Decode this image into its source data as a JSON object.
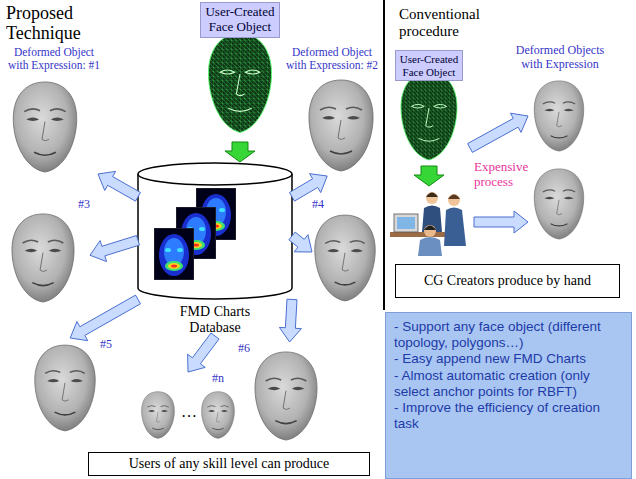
{
  "diagram": {
    "nodes": [
      {
        "text": [
          "User-Created Face Object"
        ]
      },
      {
        "text": [
          "Deformed Object with Expression: #1"
        ]
      },
      {
        "text": [
          "Deformed Object with Expression: #2"
        ]
      },
      {
        "text": [
          "FMD Charts Database"
        ]
      },
      {
        "text": [
          "#3"
        ]
      },
      {
        "text": [
          "#4"
        ]
      },
      {
        "text": [
          "#5"
        ]
      },
      {
        "text": [
          "#6"
        ]
      },
      {
        "text": [
          "#n"
        ]
      },
      {
        "text": [
          "Users of any skill level can produce"
        ]
      },
      {
        "text": [
          "Conventional procedure"
        ]
      },
      {
        "text": [
          "User-Created Face Object"
        ],
        "in": 10
      },
      {
        "text": [
          "Deformed Objects with Expression"
        ],
        "in": 10
      },
      {
        "text": [
          "CG Creators produce by hand"
        ],
        "in": 10
      },
      {
        "text": [
          "- Support any face object (different topology, polygons…)",
          "- Easy append new FMD Charts",
          "- Almost automatic creation (only select anchor points for RBFT)",
          "- Improve the efficiency of creation task"
        ]
      }
    ],
    "edges": [
      {
        "from": 0,
        "to": 3,
        "arrow": "to"
      },
      {
        "from": 3,
        "to": 1,
        "arrow": "to"
      },
      {
        "from": 3,
        "to": 2,
        "arrow": "to"
      },
      {
        "from": 3,
        "to": 4,
        "arrow": "to"
      },
      {
        "from": 3,
        "to": 5,
        "arrow": "to"
      },
      {
        "from": 3,
        "to": 6,
        "arrow": "to"
      },
      {
        "from": 3,
        "to": 7,
        "arrow": "to"
      },
      {
        "from": 3,
        "to": 8,
        "arrow": "to"
      }
    ],
    "labels": [
      "Proposed Technique",
      "…",
      "Expensive process"
    ]
  }
}
